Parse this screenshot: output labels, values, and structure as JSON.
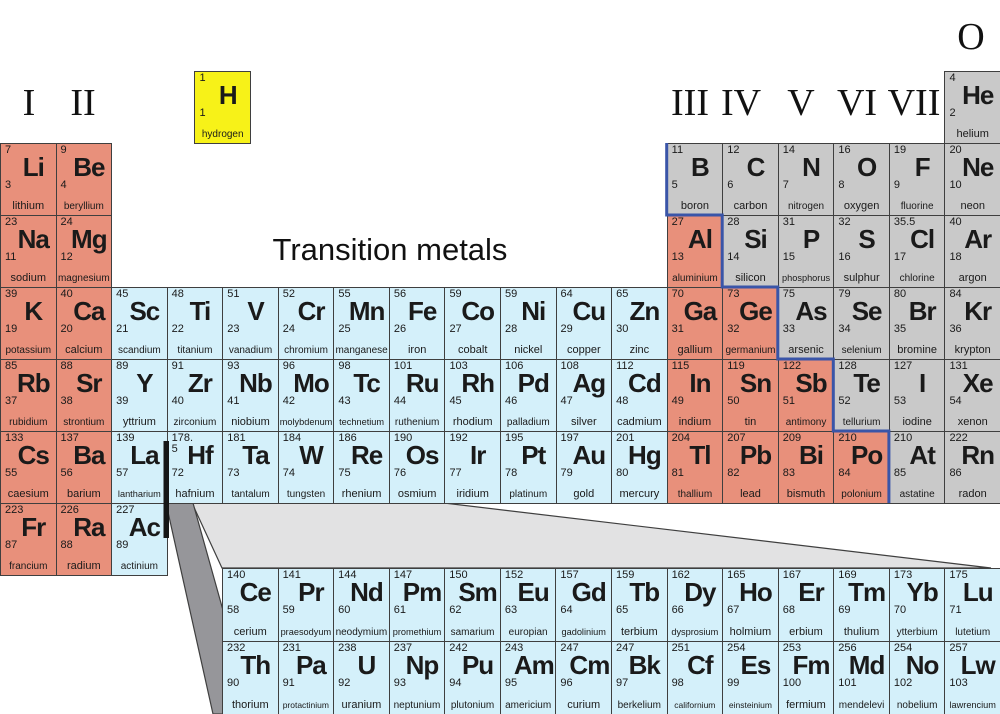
{
  "title": "Transition metals",
  "group_headers": [
    {
      "label": "I"
    },
    {
      "label": "II"
    },
    {
      "label": "III"
    },
    {
      "label": "IV"
    },
    {
      "label": "V"
    },
    {
      "label": "VI"
    },
    {
      "label": "VII"
    },
    {
      "label": "O"
    }
  ],
  "colors": {
    "alkali_and_metals": "#e8907b",
    "transition_metals": "#d4f0fa",
    "nonmetals": "#c9c9c9",
    "hydrogen": "#f7f218",
    "staircase_line": "#3a55a8",
    "connector_top_face": "#e2e2e3",
    "connector_side_face": "#96969a",
    "cell_border": "#3f3f3f"
  },
  "elements": [
    {
      "sym": "H",
      "name": "hydrogen",
      "mass": "1",
      "num": "1",
      "cat": "hyd",
      "row": 1,
      "col": 4.5
    },
    {
      "sym": "He",
      "name": "helium",
      "mass": "4",
      "num": "2",
      "cat": "non",
      "row": 1,
      "col": 18
    },
    {
      "sym": "Li",
      "name": "lithium",
      "mass": "7",
      "num": "3",
      "cat": "alk",
      "row": 2,
      "col": 1
    },
    {
      "sym": "Be",
      "name": "beryllium",
      "mass": "9",
      "num": "4",
      "cat": "alk",
      "row": 2,
      "col": 2
    },
    {
      "sym": "B",
      "name": "boron",
      "mass": "11",
      "num": "5",
      "cat": "non",
      "row": 2,
      "col": 13
    },
    {
      "sym": "C",
      "name": "carbon",
      "mass": "12",
      "num": "6",
      "cat": "non",
      "row": 2,
      "col": 14
    },
    {
      "sym": "N",
      "name": "nitrogen",
      "mass": "14",
      "num": "7",
      "cat": "non",
      "row": 2,
      "col": 15
    },
    {
      "sym": "O",
      "name": "oxygen",
      "mass": "16",
      "num": "8",
      "cat": "non",
      "row": 2,
      "col": 16
    },
    {
      "sym": "F",
      "name": "fluorine",
      "mass": "19",
      "num": "9",
      "cat": "non",
      "row": 2,
      "col": 17
    },
    {
      "sym": "Ne",
      "name": "neon",
      "mass": "20",
      "num": "10",
      "cat": "non",
      "row": 2,
      "col": 18
    },
    {
      "sym": "Na",
      "name": "sodium",
      "mass": "23",
      "num": "11",
      "cat": "alk",
      "row": 3,
      "col": 1
    },
    {
      "sym": "Mg",
      "name": "magnesium",
      "mass": "24",
      "num": "12",
      "cat": "alk",
      "row": 3,
      "col": 2
    },
    {
      "sym": "Al",
      "name": "aluminium",
      "mass": "27",
      "num": "13",
      "cat": "alk",
      "row": 3,
      "col": 13
    },
    {
      "sym": "Si",
      "name": "silicon",
      "mass": "28",
      "num": "14",
      "cat": "non",
      "row": 3,
      "col": 14
    },
    {
      "sym": "P",
      "name": "phosphorus",
      "mass": "31",
      "num": "15",
      "cat": "non",
      "row": 3,
      "col": 15
    },
    {
      "sym": "S",
      "name": "sulphur",
      "mass": "32",
      "num": "16",
      "cat": "non",
      "row": 3,
      "col": 16
    },
    {
      "sym": "Cl",
      "name": "chlorine",
      "mass": "35.5",
      "num": "17",
      "cat": "non",
      "row": 3,
      "col": 17
    },
    {
      "sym": "Ar",
      "name": "argon",
      "mass": "40",
      "num": "18",
      "cat": "non",
      "row": 3,
      "col": 18
    },
    {
      "sym": "K",
      "name": "potassium",
      "mass": "39",
      "num": "19",
      "cat": "alk",
      "row": 4,
      "col": 1
    },
    {
      "sym": "Ca",
      "name": "calcium",
      "mass": "40",
      "num": "20",
      "cat": "alk",
      "row": 4,
      "col": 2
    },
    {
      "sym": "Sc",
      "name": "scandium",
      "mass": "45",
      "num": "21",
      "cat": "tr",
      "row": 4,
      "col": 3
    },
    {
      "sym": "Ti",
      "name": "titanium",
      "mass": "48",
      "num": "22",
      "cat": "tr",
      "row": 4,
      "col": 4
    },
    {
      "sym": "V",
      "name": "vanadium",
      "mass": "51",
      "num": "23",
      "cat": "tr",
      "row": 4,
      "col": 5
    },
    {
      "sym": "Cr",
      "name": "chromium",
      "mass": "52",
      "num": "24",
      "cat": "tr",
      "row": 4,
      "col": 6
    },
    {
      "sym": "Mn",
      "name": "manganese",
      "mass": "55",
      "num": "25",
      "cat": "tr",
      "row": 4,
      "col": 7
    },
    {
      "sym": "Fe",
      "name": "iron",
      "mass": "56",
      "num": "26",
      "cat": "tr",
      "row": 4,
      "col": 8
    },
    {
      "sym": "Co",
      "name": "cobalt",
      "mass": "59",
      "num": "27",
      "cat": "tr",
      "row": 4,
      "col": 9
    },
    {
      "sym": "Ni",
      "name": "nickel",
      "mass": "59",
      "num": "28",
      "cat": "tr",
      "row": 4,
      "col": 10
    },
    {
      "sym": "Cu",
      "name": "copper",
      "mass": "64",
      "num": "29",
      "cat": "tr",
      "row": 4,
      "col": 11
    },
    {
      "sym": "Zn",
      "name": "zinc",
      "mass": "65",
      "num": "30",
      "cat": "tr",
      "row": 4,
      "col": 12
    },
    {
      "sym": "Ga",
      "name": "gallium",
      "mass": "70",
      "num": "31",
      "cat": "alk",
      "row": 4,
      "col": 13
    },
    {
      "sym": "Ge",
      "name": "germanium",
      "mass": "73",
      "num": "32",
      "cat": "alk",
      "row": 4,
      "col": 14
    },
    {
      "sym": "As",
      "name": "arsenic",
      "mass": "75",
      "num": "33",
      "cat": "non",
      "row": 4,
      "col": 15
    },
    {
      "sym": "Se",
      "name": "selenium",
      "mass": "79",
      "num": "34",
      "cat": "non",
      "row": 4,
      "col": 16
    },
    {
      "sym": "Br",
      "name": "bromine",
      "mass": "80",
      "num": "35",
      "cat": "non",
      "row": 4,
      "col": 17
    },
    {
      "sym": "Kr",
      "name": "krypton",
      "mass": "84",
      "num": "36",
      "cat": "non",
      "row": 4,
      "col": 18
    },
    {
      "sym": "Rb",
      "name": "rubidium",
      "mass": "85",
      "num": "37",
      "cat": "alk",
      "row": 5,
      "col": 1
    },
    {
      "sym": "Sr",
      "name": "strontium",
      "mass": "88",
      "num": "38",
      "cat": "alk",
      "row": 5,
      "col": 2
    },
    {
      "sym": "Y",
      "name": "yttrium",
      "mass": "89",
      "num": "39",
      "cat": "tr",
      "row": 5,
      "col": 3
    },
    {
      "sym": "Zr",
      "name": "zirconium",
      "mass": "91",
      "num": "40",
      "cat": "tr",
      "row": 5,
      "col": 4
    },
    {
      "sym": "Nb",
      "name": "niobium",
      "mass": "93",
      "num": "41",
      "cat": "tr",
      "row": 5,
      "col": 5
    },
    {
      "sym": "Mo",
      "name": "molybdenum",
      "mass": "96",
      "num": "42",
      "cat": "tr",
      "row": 5,
      "col": 6
    },
    {
      "sym": "Tc",
      "name": "technetium",
      "mass": "98",
      "num": "43",
      "cat": "tr",
      "row": 5,
      "col": 7
    },
    {
      "sym": "Ru",
      "name": "ruthenium",
      "mass": "101",
      "num": "44",
      "cat": "tr",
      "row": 5,
      "col": 8
    },
    {
      "sym": "Rh",
      "name": "rhodium",
      "mass": "103",
      "num": "45",
      "cat": "tr",
      "row": 5,
      "col": 9
    },
    {
      "sym": "Pd",
      "name": "palladium",
      "mass": "106",
      "num": "46",
      "cat": "tr",
      "row": 5,
      "col": 10
    },
    {
      "sym": "Ag",
      "name": "silver",
      "mass": "108",
      "num": "47",
      "cat": "tr",
      "row": 5,
      "col": 11
    },
    {
      "sym": "Cd",
      "name": "cadmium",
      "mass": "112",
      "num": "48",
      "cat": "tr",
      "row": 5,
      "col": 12
    },
    {
      "sym": "In",
      "name": "indium",
      "mass": "115",
      "num": "49",
      "cat": "alk",
      "row": 5,
      "col": 13
    },
    {
      "sym": "Sn",
      "name": "tin",
      "mass": "119",
      "num": "50",
      "cat": "alk",
      "row": 5,
      "col": 14
    },
    {
      "sym": "Sb",
      "name": "antimony",
      "mass": "122",
      "num": "51",
      "cat": "alk",
      "row": 5,
      "col": 15
    },
    {
      "sym": "Te",
      "name": "tellurium",
      "mass": "128",
      "num": "52",
      "cat": "non",
      "row": 5,
      "col": 16
    },
    {
      "sym": "I",
      "name": "iodine",
      "mass": "127",
      "num": "53",
      "cat": "non",
      "row": 5,
      "col": 17
    },
    {
      "sym": "Xe",
      "name": "xenon",
      "mass": "131",
      "num": "54",
      "cat": "non",
      "row": 5,
      "col": 18
    },
    {
      "sym": "Cs",
      "name": "caesium",
      "mass": "133",
      "num": "55",
      "cat": "alk",
      "row": 6,
      "col": 1
    },
    {
      "sym": "Ba",
      "name": "barium",
      "mass": "137",
      "num": "56",
      "cat": "alk",
      "row": 6,
      "col": 2
    },
    {
      "sym": "La",
      "name": "lantharium",
      "mass": "139",
      "num": "57",
      "cat": "tr",
      "row": 6,
      "col": 3
    },
    {
      "sym": "Hf",
      "name": "hafnium",
      "mass": "178.5",
      "num": "72",
      "cat": "tr",
      "row": 6,
      "col": 4
    },
    {
      "sym": "Ta",
      "name": "tantalum",
      "mass": "181",
      "num": "73",
      "cat": "tr",
      "row": 6,
      "col": 5
    },
    {
      "sym": "W",
      "name": "tungsten",
      "mass": "184",
      "num": "74",
      "cat": "tr",
      "row": 6,
      "col": 6
    },
    {
      "sym": "Re",
      "name": "rhenium",
      "mass": "186",
      "num": "75",
      "cat": "tr",
      "row": 6,
      "col": 7
    },
    {
      "sym": "Os",
      "name": "osmium",
      "mass": "190",
      "num": "76",
      "cat": "tr",
      "row": 6,
      "col": 8
    },
    {
      "sym": "Ir",
      "name": "iridium",
      "mass": "192",
      "num": "77",
      "cat": "tr",
      "row": 6,
      "col": 9
    },
    {
      "sym": "Pt",
      "name": "platinum",
      "mass": "195",
      "num": "78",
      "cat": "tr",
      "row": 6,
      "col": 10
    },
    {
      "sym": "Au",
      "name": "gold",
      "mass": "197",
      "num": "79",
      "cat": "tr",
      "row": 6,
      "col": 11
    },
    {
      "sym": "Hg",
      "name": "mercury",
      "mass": "201",
      "num": "80",
      "cat": "tr",
      "row": 6,
      "col": 12
    },
    {
      "sym": "Tl",
      "name": "thallium",
      "mass": "204",
      "num": "81",
      "cat": "alk",
      "row": 6,
      "col": 13
    },
    {
      "sym": "Pb",
      "name": "lead",
      "mass": "207",
      "num": "82",
      "cat": "alk",
      "row": 6,
      "col": 14
    },
    {
      "sym": "Bi",
      "name": "bismuth",
      "mass": "209",
      "num": "83",
      "cat": "alk",
      "row": 6,
      "col": 15
    },
    {
      "sym": "Po",
      "name": "polonium",
      "mass": "210",
      "num": "84",
      "cat": "alk",
      "row": 6,
      "col": 16
    },
    {
      "sym": "At",
      "name": "astatine",
      "mass": "210",
      "num": "85",
      "cat": "non",
      "row": 6,
      "col": 17
    },
    {
      "sym": "Rn",
      "name": "radon",
      "mass": "222",
      "num": "86",
      "cat": "non",
      "row": 6,
      "col": 18
    },
    {
      "sym": "Fr",
      "name": "francium",
      "mass": "223",
      "num": "87",
      "cat": "alk",
      "row": 7,
      "col": 1
    },
    {
      "sym": "Ra",
      "name": "radium",
      "mass": "226",
      "num": "88",
      "cat": "alk",
      "row": 7,
      "col": 2
    },
    {
      "sym": "Ac",
      "name": "actinium",
      "mass": "227",
      "num": "89",
      "cat": "tr",
      "row": 7,
      "col": 3
    },
    {
      "sym": "Ce",
      "name": "cerium",
      "mass": "140",
      "num": "58",
      "cat": "tr",
      "row": "L",
      "col": 1
    },
    {
      "sym": "Pr",
      "name": "praesodyum",
      "mass": "141",
      "num": "59",
      "cat": "tr",
      "row": "L",
      "col": 2
    },
    {
      "sym": "Nd",
      "name": "neodymium",
      "mass": "144",
      "num": "60",
      "cat": "tr",
      "row": "L",
      "col": 3
    },
    {
      "sym": "Pm",
      "name": "promethium",
      "mass": "147",
      "num": "61",
      "cat": "tr",
      "row": "L",
      "col": 4
    },
    {
      "sym": "Sm",
      "name": "samarium",
      "mass": "150",
      "num": "62",
      "cat": "tr",
      "row": "L",
      "col": 5
    },
    {
      "sym": "Eu",
      "name": "europian",
      "mass": "152",
      "num": "63",
      "cat": "tr",
      "row": "L",
      "col": 6
    },
    {
      "sym": "Gd",
      "name": "gadolinium",
      "mass": "157",
      "num": "64",
      "cat": "tr",
      "row": "L",
      "col": 7
    },
    {
      "sym": "Tb",
      "name": "terbium",
      "mass": "159",
      "num": "65",
      "cat": "tr",
      "row": "L",
      "col": 8
    },
    {
      "sym": "Dy",
      "name": "dysprosium",
      "mass": "162",
      "num": "66",
      "cat": "tr",
      "row": "L",
      "col": 9
    },
    {
      "sym": "Ho",
      "name": "holmium",
      "mass": "165",
      "num": "67",
      "cat": "tr",
      "row": "L",
      "col": 10
    },
    {
      "sym": "Er",
      "name": "erbium",
      "mass": "167",
      "num": "68",
      "cat": "tr",
      "row": "L",
      "col": 11
    },
    {
      "sym": "Tm",
      "name": "thulium",
      "mass": "169",
      "num": "69",
      "cat": "tr",
      "row": "L",
      "col": 12
    },
    {
      "sym": "Yb",
      "name": "ytterbium",
      "mass": "173",
      "num": "70",
      "cat": "tr",
      "row": "L",
      "col": 13
    },
    {
      "sym": "Lu",
      "name": "lutetium",
      "mass": "175",
      "num": "71",
      "cat": "tr",
      "row": "L",
      "col": 14
    },
    {
      "sym": "Th",
      "name": "thorium",
      "mass": "232",
      "num": "90",
      "cat": "tr",
      "row": "A",
      "col": 1
    },
    {
      "sym": "Pa",
      "name": "protactinium",
      "mass": "231",
      "num": "91",
      "cat": "tr",
      "row": "A",
      "col": 2
    },
    {
      "sym": "U",
      "name": "uranium",
      "mass": "238",
      "num": "92",
      "cat": "tr",
      "row": "A",
      "col": 3
    },
    {
      "sym": "Np",
      "name": "neptunium",
      "mass": "237",
      "num": "93",
      "cat": "tr",
      "row": "A",
      "col": 4
    },
    {
      "sym": "Pu",
      "name": "plutonium",
      "mass": "242",
      "num": "94",
      "cat": "tr",
      "row": "A",
      "col": 5
    },
    {
      "sym": "Am",
      "name": "americium",
      "mass": "243",
      "num": "95",
      "cat": "tr",
      "row": "A",
      "col": 6
    },
    {
      "sym": "Cm",
      "name": "curium",
      "mass": "247",
      "num": "96",
      "cat": "tr",
      "row": "A",
      "col": 7
    },
    {
      "sym": "Bk",
      "name": "berkelium",
      "mass": "247",
      "num": "97",
      "cat": "tr",
      "row": "A",
      "col": 8
    },
    {
      "sym": "Cf",
      "name": "californium",
      "mass": "251",
      "num": "98",
      "cat": "tr",
      "row": "A",
      "col": 9
    },
    {
      "sym": "Es",
      "name": "einsteinium",
      "mass": "254",
      "num": "99",
      "cat": "tr",
      "row": "A",
      "col": 10
    },
    {
      "sym": "Fm",
      "name": "fermium",
      "mass": "253",
      "num": "100",
      "cat": "tr",
      "row": "A",
      "col": 11
    },
    {
      "sym": "Md",
      "name": "mendelevi",
      "mass": "256",
      "num": "101",
      "cat": "tr",
      "row": "A",
      "col": 12
    },
    {
      "sym": "No",
      "name": "nobelium",
      "mass": "254",
      "num": "102",
      "cat": "tr",
      "row": "A",
      "col": 13
    },
    {
      "sym": "Lw",
      "name": "lawrencium",
      "mass": "257",
      "num": "103",
      "cat": "tr",
      "row": "A",
      "col": 14
    }
  ]
}
